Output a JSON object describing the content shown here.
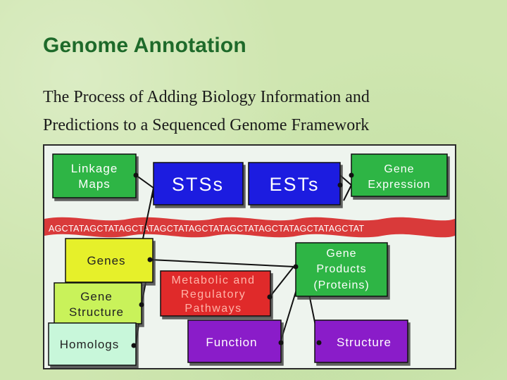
{
  "slide": {
    "title": "Genome Annotation",
    "subtitle_line1": "The Process of Adding Biology Information and",
    "subtitle_line2": "Predictions to a Sequenced Genome Framework"
  },
  "diagram": {
    "dna_sequence": "AGCTATAGCTATAGCTATAGCTATAGCTATAGCTATAGCTATAGCTATAGCTAT",
    "boxes": {
      "linkage_maps": [
        "Linkage",
        "Maps"
      ],
      "stss": "STSs",
      "ests": "ESTs",
      "gene_expression": [
        "Gene",
        "Expression"
      ],
      "genes": "Genes",
      "gene_structure": [
        "Gene",
        "Structure"
      ],
      "homologs": "Homologs",
      "metabolic": [
        "Metabolic and",
        "Regulatory",
        "Pathways"
      ],
      "gene_products": [
        "Gene",
        "Products",
        "(Proteins)"
      ],
      "function": "Function",
      "structure": "Structure"
    },
    "colors": {
      "green": "#2db544",
      "blue": "#1f1fe0",
      "yellow": "#e6f02a",
      "yellow_green": "#c9f25a",
      "mint": "#c8f7da",
      "red": "#e02a2a",
      "purple": "#8a1fc9",
      "dna_red": "#d93a3a"
    }
  }
}
